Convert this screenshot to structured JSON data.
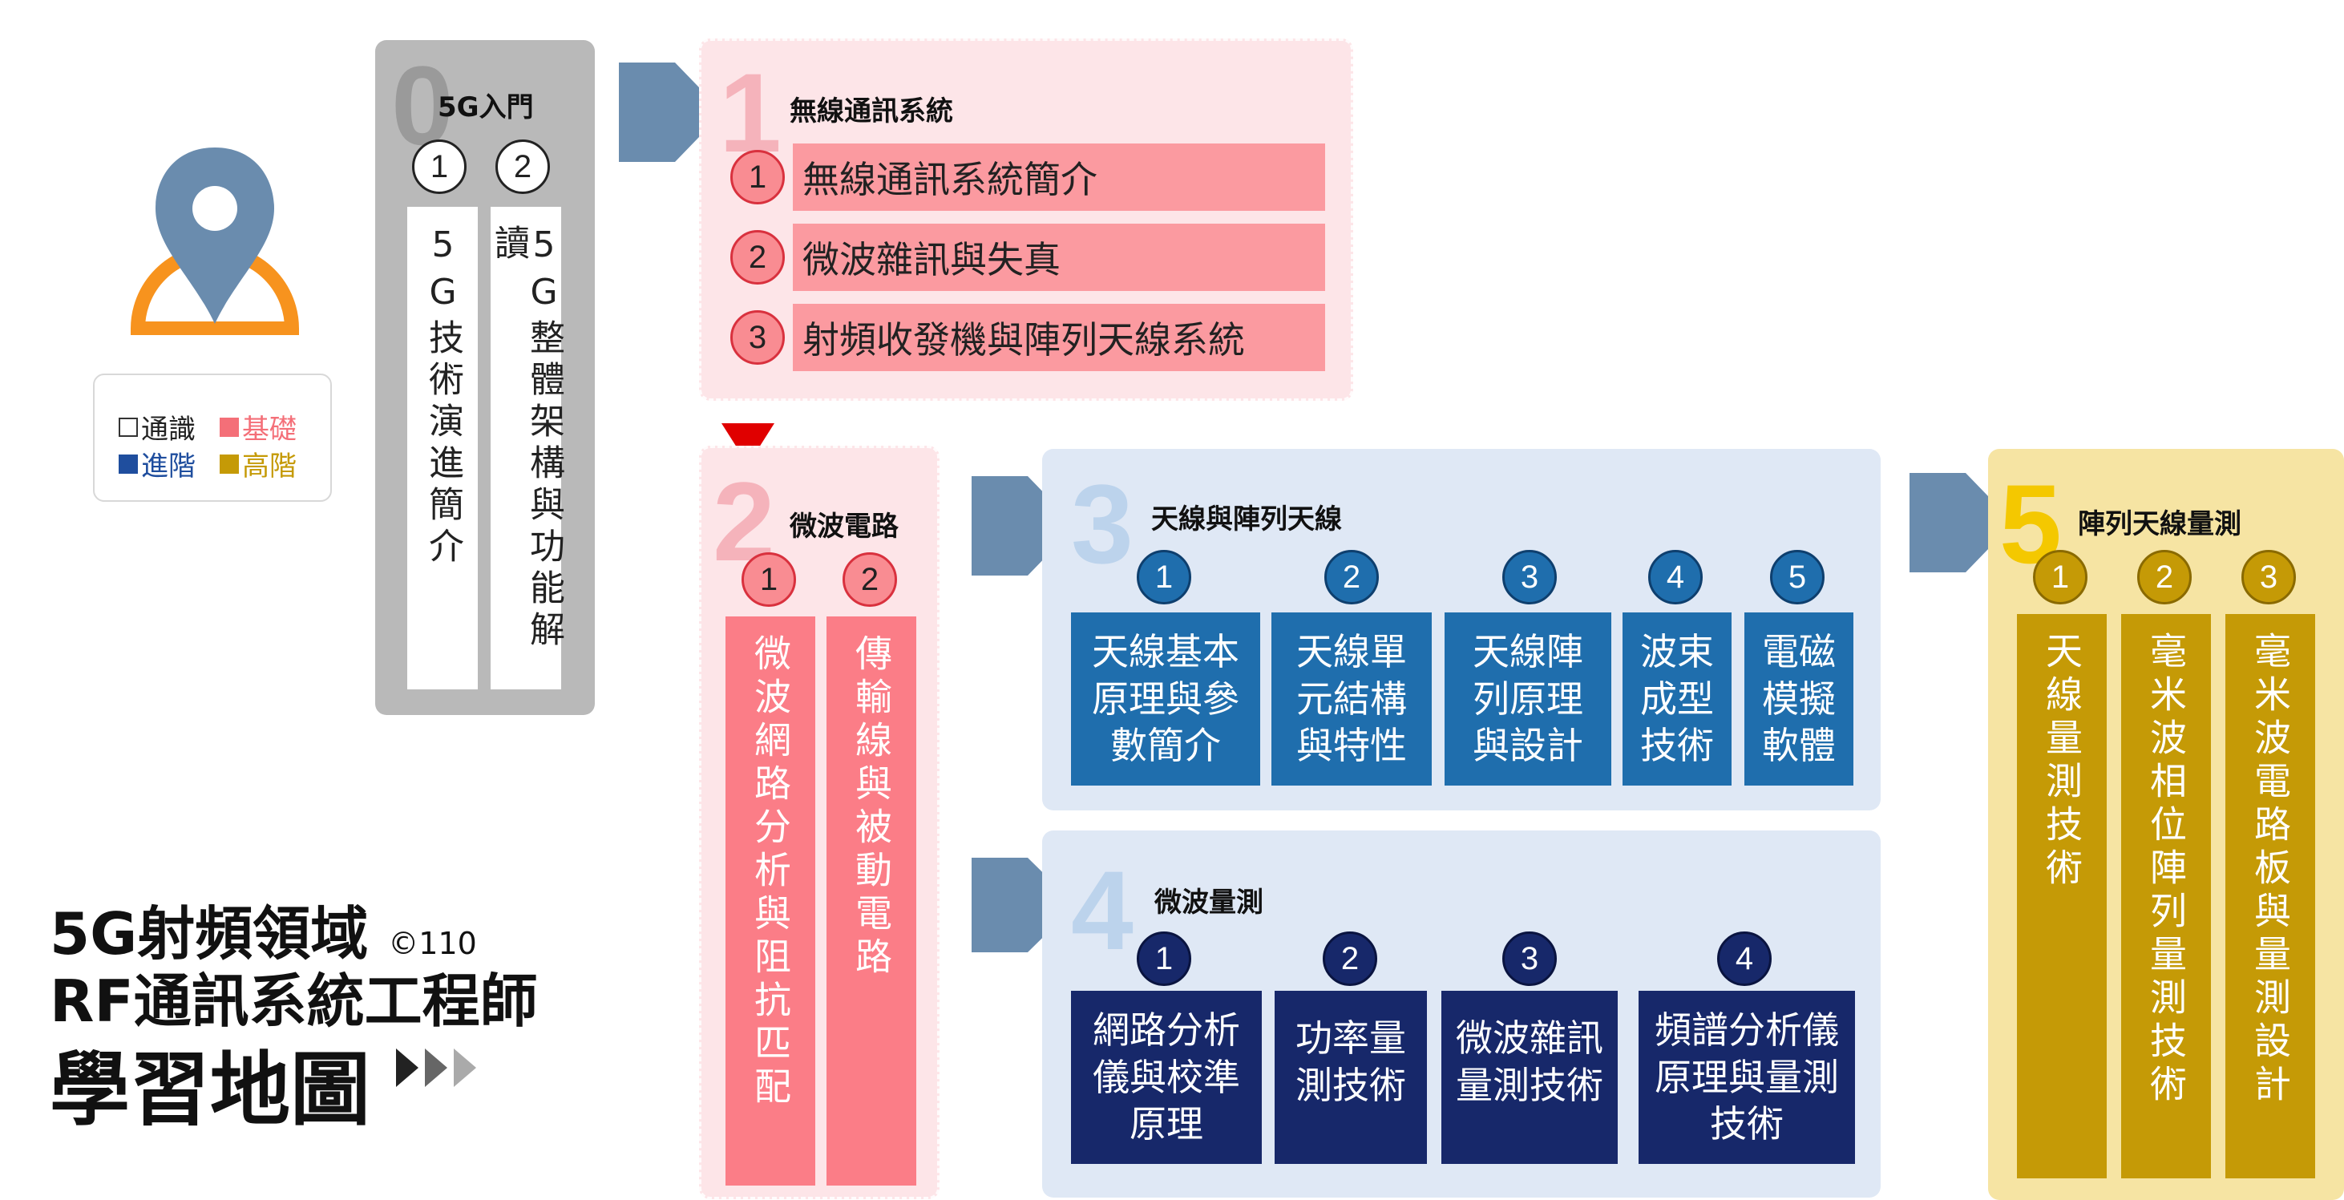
{
  "title": {
    "line1": "5G射頻領域",
    "copyright": "©110",
    "line2": "RF通訊系統工程師",
    "line3": "學習地圖"
  },
  "legend": [
    {
      "label": "通識",
      "color": "#ffffff"
    },
    {
      "label": "基礎",
      "color": "#f46f78"
    },
    {
      "label": "進階",
      "color": "#1f4e9e"
    },
    {
      "label": "高階",
      "color": "#c59a06"
    }
  ],
  "colors": {
    "pink_box": "#fb7d87",
    "blue_box": "#1f6ead",
    "navy_box": "#17286a",
    "gold_box": "#c59a06",
    "arrow": "#6a8cae",
    "pin": "#6a8cae",
    "pin_base": "#f7931e",
    "marker": "#e00000"
  },
  "icons": [
    "location-pin-icon",
    "triple-chevron-icon",
    "block-arrow-icon",
    "down-triangle-icon"
  ],
  "modules": {
    "m0": {
      "num": "0",
      "title": "5G入門",
      "items": [
        {
          "n": "1",
          "text": "5G技術演進簡介"
        },
        {
          "n": "2",
          "text": "5G整體架構與功能解讀"
        }
      ]
    },
    "m1": {
      "num": "1",
      "title": "無線通訊系統",
      "items": [
        {
          "n": "1",
          "text": "無線通訊系統簡介"
        },
        {
          "n": "2",
          "text": "微波雜訊與失真"
        },
        {
          "n": "3",
          "text": "射頻收發機與陣列天線系統"
        }
      ]
    },
    "m2": {
      "num": "2",
      "title": "微波電路",
      "items": [
        {
          "n": "1",
          "text": "微波網路分析與阻抗匹配"
        },
        {
          "n": "2",
          "text": "傳輸線與被動電路"
        }
      ]
    },
    "m3": {
      "num": "3",
      "title": "天線與陣列天線",
      "items": [
        {
          "n": "1",
          "text": "天線基本原理與參數簡介"
        },
        {
          "n": "2",
          "text": "天線單元結構與特性"
        },
        {
          "n": "3",
          "text": "天線陣列原理與設計"
        },
        {
          "n": "4",
          "text": "波束成型技術"
        },
        {
          "n": "5",
          "text": "電磁模擬軟體"
        }
      ]
    },
    "m4": {
      "num": "4",
      "title": "微波量測",
      "items": [
        {
          "n": "1",
          "text": "網路分析儀與校準原理"
        },
        {
          "n": "2",
          "text": "功率量測技術"
        },
        {
          "n": "3",
          "text": "微波雜訊量測技術"
        },
        {
          "n": "4",
          "text": "頻譜分析儀原理與量測技術"
        }
      ]
    },
    "m5": {
      "num": "5",
      "title": "陣列天線量測",
      "items": [
        {
          "n": "1",
          "text": "天線量測技術"
        },
        {
          "n": "2",
          "text": "毫米波相位陣列量測技術"
        },
        {
          "n": "3",
          "text": "毫米波電路板與量測設計"
        }
      ]
    }
  }
}
